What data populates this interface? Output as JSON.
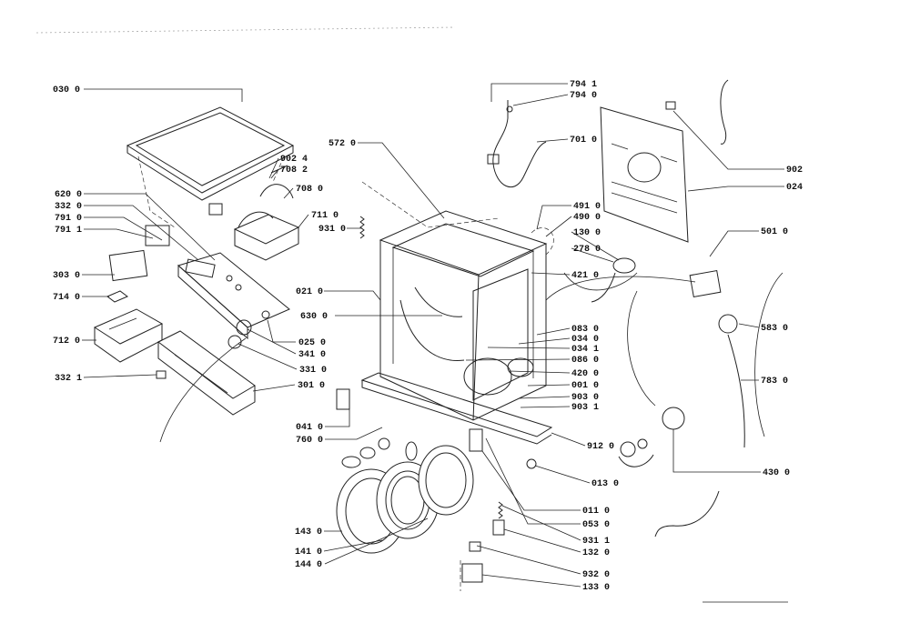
{
  "diagram": {
    "labels": [
      {
        "id": "p0300",
        "text": "030 0"
      },
      {
        "id": "p5720",
        "text": "572 0"
      },
      {
        "id": "p9024",
        "text": "902 4"
      },
      {
        "id": "p7082",
        "text": "708 2"
      },
      {
        "id": "p7080",
        "text": "708 0"
      },
      {
        "id": "p6200",
        "text": "620 0"
      },
      {
        "id": "p3320",
        "text": "332 0"
      },
      {
        "id": "p7910",
        "text": "791 0"
      },
      {
        "id": "p7911",
        "text": "791 1"
      },
      {
        "id": "p7110",
        "text": "711 0"
      },
      {
        "id": "p9310",
        "text": "931 0"
      },
      {
        "id": "p3030",
        "text": "303 0"
      },
      {
        "id": "p7140",
        "text": "714 0"
      },
      {
        "id": "p7120",
        "text": "712 0"
      },
      {
        "id": "p3321",
        "text": "332 1"
      },
      {
        "id": "p0210",
        "text": "021 0"
      },
      {
        "id": "p6300",
        "text": "630 0"
      },
      {
        "id": "p0250",
        "text": "025 0"
      },
      {
        "id": "p3410",
        "text": "341 0"
      },
      {
        "id": "p3310",
        "text": "331 0"
      },
      {
        "id": "p3010",
        "text": "301 0"
      },
      {
        "id": "p0410",
        "text": "041 0"
      },
      {
        "id": "p7600",
        "text": "760 0"
      },
      {
        "id": "p1430",
        "text": "143 0"
      },
      {
        "id": "p1410",
        "text": "141 0"
      },
      {
        "id": "p1440",
        "text": "144 0"
      },
      {
        "id": "p7941",
        "text": "794 1"
      },
      {
        "id": "p7940",
        "text": "794 0"
      },
      {
        "id": "p7010",
        "text": "701 0"
      },
      {
        "id": "p4910",
        "text": "491 0"
      },
      {
        "id": "p4900",
        "text": "490 0"
      },
      {
        "id": "p1300",
        "text": "130 0"
      },
      {
        "id": "p2780",
        "text": "278 0"
      },
      {
        "id": "p4210",
        "text": "421 0"
      },
      {
        "id": "p0830",
        "text": "083 0"
      },
      {
        "id": "p0340",
        "text": "034 0"
      },
      {
        "id": "p0341",
        "text": "034 1"
      },
      {
        "id": "p0860",
        "text": "086 0"
      },
      {
        "id": "p4200",
        "text": "420 0"
      },
      {
        "id": "p0010",
        "text": "001 0"
      },
      {
        "id": "p9030",
        "text": "903 0"
      },
      {
        "id": "p9031",
        "text": "903 1"
      },
      {
        "id": "p9120",
        "text": "912 0"
      },
      {
        "id": "p0130",
        "text": "013 0"
      },
      {
        "id": "p0110",
        "text": "011 0"
      },
      {
        "id": "p0530",
        "text": "053 0"
      },
      {
        "id": "p9311",
        "text": "931 1"
      },
      {
        "id": "p1320",
        "text": "132 0"
      },
      {
        "id": "p9320",
        "text": "932 0"
      },
      {
        "id": "p1330",
        "text": "133 0"
      },
      {
        "id": "p902",
        "text": "902"
      },
      {
        "id": "p024",
        "text": "024"
      },
      {
        "id": "p5010",
        "text": "501 0"
      },
      {
        "id": "p5830",
        "text": "583 0"
      },
      {
        "id": "p7830",
        "text": "783 0"
      },
      {
        "id": "p4300",
        "text": "430 0"
      }
    ]
  }
}
